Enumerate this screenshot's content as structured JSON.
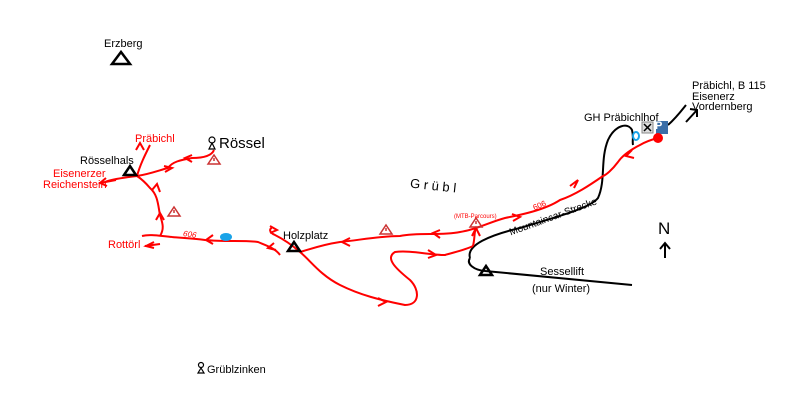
{
  "labels": {
    "erzberg": "Erzberg",
    "roessel": "Rössel",
    "praebichl_red": "Präbichl",
    "roesselhals": "Rösselhals",
    "eisenerzer": "Eisenerzer",
    "reichenstein": "Reichenstein",
    "rottoerl": "Rottörl",
    "holzplatz": "Holzplatz",
    "gruebl": "G r ü b l",
    "mtb_parcours": "(MTB-Parcours)",
    "trail_606_a": "606",
    "trail_606_b": "606",
    "gh": "GH Präbichlhof",
    "dest1": "Präbichl, B 115",
    "dest2": "Eisenerz",
    "dest3": "Vordernberg",
    "mountaincar": "Mountaincar-Strecke",
    "sessellift": "Sessellift",
    "nur_winter": "(nur Winter)",
    "north": "N",
    "grueblzinken": "Grüblzinken",
    "parking": "P"
  },
  "colors": {
    "trail": "#ff0000",
    "road": "#000000",
    "water": "#1aa3e8",
    "parking": "#3a6ea8"
  }
}
